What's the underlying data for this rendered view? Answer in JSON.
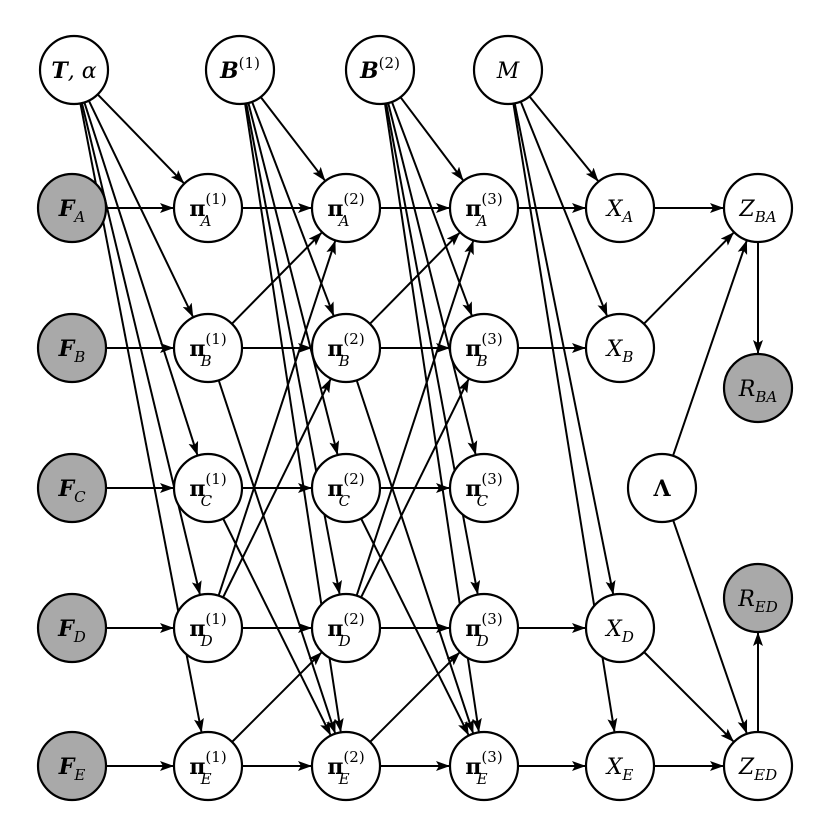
{
  "colors": {
    "observed": "#a9a9a9",
    "latent": "#ffffff",
    "stroke": "#000000"
  },
  "nodes": [
    {
      "id": "Ta",
      "main": "T",
      "mainBold": true,
      "mainItalic": true,
      "suffix": ", α",
      "observed": false
    },
    {
      "id": "B1",
      "main": "B",
      "mainBold": true,
      "mainItalic": true,
      "sup": "(1)",
      "observed": false
    },
    {
      "id": "B2",
      "main": "B",
      "mainBold": true,
      "mainItalic": true,
      "sup": "(2)",
      "observed": false
    },
    {
      "id": "M",
      "main": "M",
      "mainBold": false,
      "mainItalic": true,
      "observed": false
    },
    {
      "id": "FA",
      "main": "F",
      "mainBold": true,
      "mainItalic": true,
      "sub": "A",
      "observed": true
    },
    {
      "id": "FB",
      "main": "F",
      "mainBold": true,
      "mainItalic": true,
      "sub": "B",
      "observed": true
    },
    {
      "id": "FC",
      "main": "F",
      "mainBold": true,
      "mainItalic": true,
      "sub": "C",
      "observed": true
    },
    {
      "id": "FD",
      "main": "F",
      "mainBold": true,
      "mainItalic": true,
      "sub": "D",
      "observed": true
    },
    {
      "id": "FE",
      "main": "F",
      "mainBold": true,
      "mainItalic": true,
      "sub": "E",
      "observed": true
    },
    {
      "id": "p1A",
      "main": "π",
      "mainBold": true,
      "sub": "A",
      "sup": "(1)",
      "observed": false
    },
    {
      "id": "p1B",
      "main": "π",
      "mainBold": true,
      "sub": "B",
      "sup": "(1)",
      "observed": false
    },
    {
      "id": "p1C",
      "main": "π",
      "mainBold": true,
      "sub": "C",
      "sup": "(1)",
      "observed": false
    },
    {
      "id": "p1D",
      "main": "π",
      "mainBold": true,
      "sub": "D",
      "sup": "(1)",
      "observed": false
    },
    {
      "id": "p1E",
      "main": "π",
      "mainBold": true,
      "sub": "E",
      "sup": "(1)",
      "observed": false
    },
    {
      "id": "p2A",
      "main": "π",
      "mainBold": true,
      "sub": "A",
      "sup": "(2)",
      "observed": false
    },
    {
      "id": "p2B",
      "main": "π",
      "mainBold": true,
      "sub": "B",
      "sup": "(2)",
      "observed": false
    },
    {
      "id": "p2C",
      "main": "π",
      "mainBold": true,
      "sub": "C",
      "sup": "(2)",
      "observed": false
    },
    {
      "id": "p2D",
      "main": "π",
      "mainBold": true,
      "sub": "D",
      "sup": "(2)",
      "observed": false
    },
    {
      "id": "p2E",
      "main": "π",
      "mainBold": true,
      "sub": "E",
      "sup": "(2)",
      "observed": false
    },
    {
      "id": "p3A",
      "main": "π",
      "mainBold": true,
      "sub": "A",
      "sup": "(3)",
      "observed": false
    },
    {
      "id": "p3B",
      "main": "π",
      "mainBold": true,
      "sub": "B",
      "sup": "(3)",
      "observed": false
    },
    {
      "id": "p3C",
      "main": "π",
      "mainBold": true,
      "sub": "C",
      "sup": "(3)",
      "observed": false
    },
    {
      "id": "p3D",
      "main": "π",
      "mainBold": true,
      "sub": "D",
      "sup": "(3)",
      "observed": false
    },
    {
      "id": "p3E",
      "main": "π",
      "mainBold": true,
      "sub": "E",
      "sup": "(3)",
      "observed": false
    },
    {
      "id": "XA",
      "main": "X",
      "mainBold": false,
      "mainItalic": true,
      "sub": "A",
      "observed": false
    },
    {
      "id": "XB",
      "main": "X",
      "mainBold": false,
      "mainItalic": true,
      "sub": "B",
      "observed": false
    },
    {
      "id": "XD",
      "main": "X",
      "mainBold": false,
      "mainItalic": true,
      "sub": "D",
      "observed": false
    },
    {
      "id": "XE",
      "main": "X",
      "mainBold": false,
      "mainItalic": true,
      "sub": "E",
      "observed": false
    },
    {
      "id": "ZBA",
      "main": "Z",
      "mainBold": false,
      "mainItalic": true,
      "sub": "BA",
      "observed": false
    },
    {
      "id": "RBA",
      "main": "R",
      "mainBold": false,
      "mainItalic": true,
      "sub": "BA",
      "observed": true
    },
    {
      "id": "Lam",
      "main": "Λ",
      "mainBold": true,
      "mainItalic": false,
      "observed": false
    },
    {
      "id": "RED",
      "main": "R",
      "mainBold": false,
      "mainItalic": true,
      "sub": "ED",
      "observed": true
    },
    {
      "id": "ZED",
      "main": "Z",
      "mainBold": false,
      "mainItalic": true,
      "sub": "ED",
      "observed": false
    }
  ],
  "edges": [
    [
      "Ta",
      "p1A"
    ],
    [
      "Ta",
      "p1B"
    ],
    [
      "Ta",
      "p1C"
    ],
    [
      "Ta",
      "p1D"
    ],
    [
      "Ta",
      "p1E"
    ],
    [
      "B1",
      "p2A"
    ],
    [
      "B1",
      "p2B"
    ],
    [
      "B1",
      "p2C"
    ],
    [
      "B1",
      "p2D"
    ],
    [
      "B1",
      "p2E"
    ],
    [
      "B2",
      "p3A"
    ],
    [
      "B2",
      "p3B"
    ],
    [
      "B2",
      "p3C"
    ],
    [
      "B2",
      "p3D"
    ],
    [
      "B2",
      "p3E"
    ],
    [
      "M",
      "XA"
    ],
    [
      "M",
      "XB"
    ],
    [
      "M",
      "XD"
    ],
    [
      "M",
      "XE"
    ],
    [
      "FA",
      "p1A"
    ],
    [
      "FB",
      "p1B"
    ],
    [
      "FC",
      "p1C"
    ],
    [
      "FD",
      "p1D"
    ],
    [
      "FE",
      "p1E"
    ],
    [
      "p1A",
      "p2A"
    ],
    [
      "p1B",
      "p2B"
    ],
    [
      "p1C",
      "p2C"
    ],
    [
      "p1D",
      "p2D"
    ],
    [
      "p1E",
      "p2E"
    ],
    [
      "p1B",
      "p2A"
    ],
    [
      "p1D",
      "p2A"
    ],
    [
      "p1D",
      "p2B"
    ],
    [
      "p1B",
      "p2E"
    ],
    [
      "p1C",
      "p2E"
    ],
    [
      "p1E",
      "p2D"
    ],
    [
      "p2A",
      "p3A"
    ],
    [
      "p2B",
      "p3B"
    ],
    [
      "p2C",
      "p3C"
    ],
    [
      "p2D",
      "p3D"
    ],
    [
      "p2E",
      "p3E"
    ],
    [
      "p2B",
      "p3A"
    ],
    [
      "p2D",
      "p3A"
    ],
    [
      "p2D",
      "p3B"
    ],
    [
      "p2B",
      "p3E"
    ],
    [
      "p2C",
      "p3E"
    ],
    [
      "p2E",
      "p3D"
    ],
    [
      "p3A",
      "XA"
    ],
    [
      "p3B",
      "XB"
    ],
    [
      "p3D",
      "XD"
    ],
    [
      "p3E",
      "XE"
    ],
    [
      "XA",
      "ZBA"
    ],
    [
      "XB",
      "ZBA"
    ],
    [
      "ZBA",
      "RBA"
    ],
    [
      "Lam",
      "ZBA"
    ],
    [
      "XD",
      "ZED"
    ],
    [
      "XE",
      "ZED"
    ],
    [
      "Lam",
      "ZED"
    ],
    [
      "ZED",
      "RED"
    ]
  ]
}
